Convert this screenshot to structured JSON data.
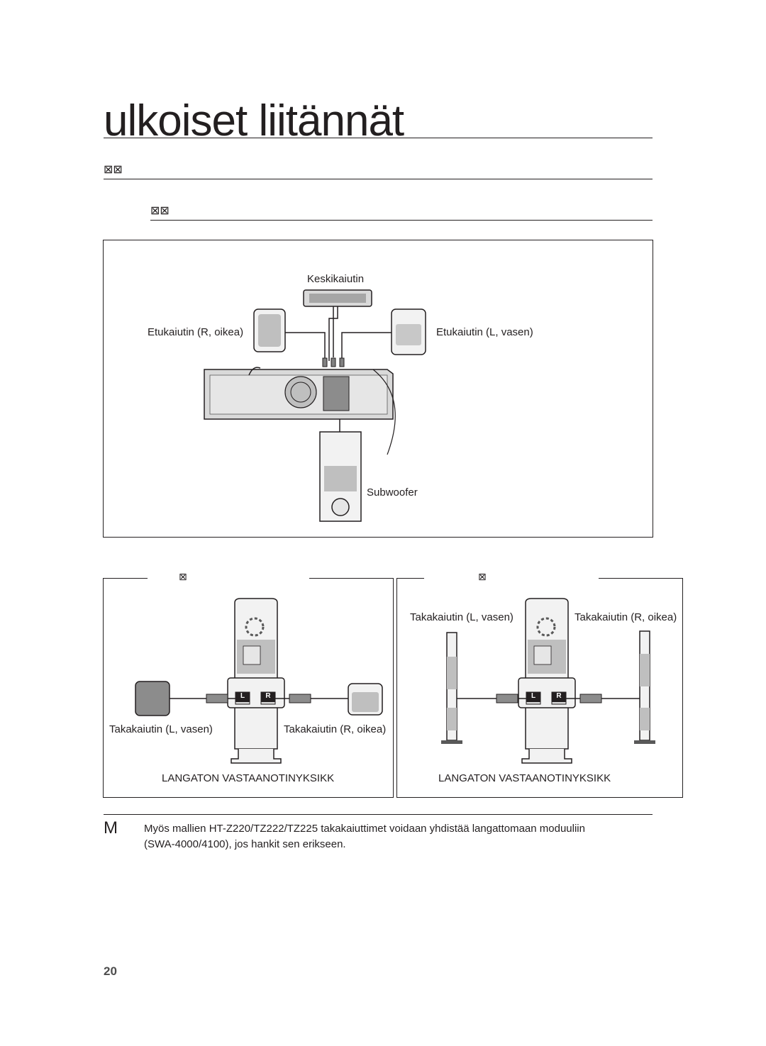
{
  "page": {
    "title": "ulkoiset liitännät",
    "section_glyph": "⊠⊠",
    "subsection_glyph": "⊠⊠",
    "page_number": "20"
  },
  "front_diagram": {
    "center_label": "Keskikaiutin",
    "front_right_label": "Etukaiutin (R, oikea)",
    "front_left_label": "Etukaiutin (L, vasen)",
    "subwoofer_label": "Subwoofer"
  },
  "rear_left_panel": {
    "header_glyph": "⊠",
    "rear_left_label": "Takakaiutin (L, vasen)",
    "rear_right_label": "Takakaiutin (R, oikea)",
    "receiver_label": "LANGATON VASTAANOTINYKSIKK",
    "port_l": "L",
    "port_r": "R"
  },
  "rear_right_panel": {
    "header_glyph": "⊠",
    "rear_left_label": "Takakaiutin (L, vasen)",
    "rear_right_label": "Takakaiutin (R, oikea)",
    "receiver_label": "LANGATON VASTAANOTINYKSIKK",
    "port_l": "L",
    "port_r": "R"
  },
  "note": {
    "marker": "M",
    "line1": "Myös mallien HT-Z220/TZ222/TZ225 takakaiuttimet voidaan yhdistää langattomaan moduuliin",
    "line2": "(SWA-4000/4100), jos hankit sen erikseen."
  }
}
